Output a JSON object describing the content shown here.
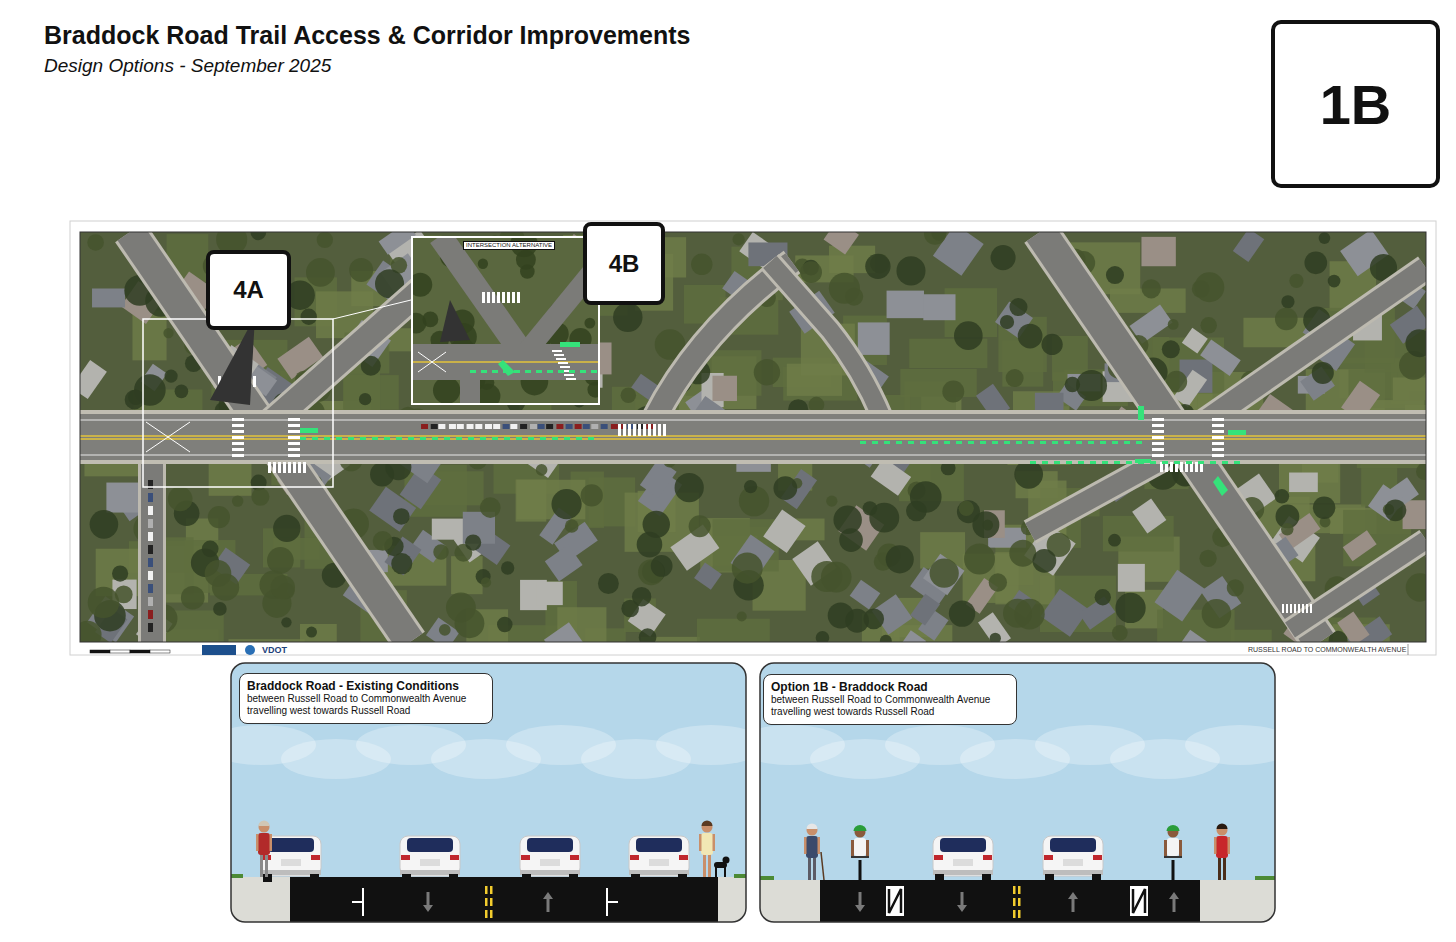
{
  "diagram": {
    "title": "Braddock Road Trail Access & Corridor Improvements",
    "nodes": [
      {
        "text": [
          "1B"
        ]
      },
      {
        "text": [
          "4A"
        ]
      },
      {
        "text": [
          "INTERSECTION ALTERNATIVE"
        ]
      },
      {
        "text": [
          "4B"
        ]
      },
      {
        "text": [
          "Braddock Road - Existing Conditions",
          "between Russell Road to Commonwealth Avenue travelling west towards Russell Road"
        ]
      },
      {
        "text": [
          "Option 1B - Braddock Road",
          "between Russell Road to Commonwealth Avenue travelling west towards Russell Road"
        ]
      }
    ],
    "labels": [
      "Design Options - September 2025",
      "VDOT",
      "RUSSELL ROAD TO COMMONWEALTH AVENUE"
    ]
  }
}
